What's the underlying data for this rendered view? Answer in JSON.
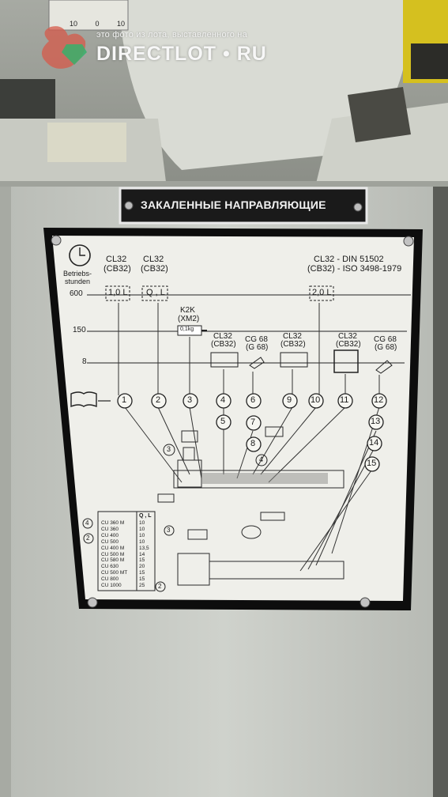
{
  "watermark": {
    "caption": "это фото из лота, выставленного на",
    "brand": "DIRECTLOT",
    "brand_suffix": "RU"
  },
  "top_plate": {
    "title": "ЗАКАЛЕННЫЕ НАПРАВЛЯЮЩИЕ"
  },
  "scale_marks": [
    "10",
    "0",
    "10"
  ],
  "diagram": {
    "clock_label": [
      "Betriebs-",
      "stunden"
    ],
    "intervals": [
      "600",
      "150",
      "8"
    ],
    "lube_top": [
      {
        "line1": "CL32",
        "line2": "(CB32)",
        "box": "1,0 L"
      },
      {
        "line1": "CL32",
        "line2": "(CB32)",
        "box": "Q , L"
      },
      {
        "line1": "CL32 - DIN 51502",
        "line2": "(CB32) - ISO 3498-1979",
        "box": "2,0 L"
      }
    ],
    "k2k": {
      "line1": "K2K",
      "line2": "(XM2)",
      "box": "0,1kg"
    },
    "lube_mid": [
      {
        "line1": "CL32",
        "line2": "(CB32)"
      },
      {
        "line1": "CG 68",
        "line2": "(G 68)"
      },
      {
        "line1": "CL32",
        "line2": "(CB32)"
      },
      {
        "line1": "CL32",
        "line2": "(CB32)"
      },
      {
        "line1": "CG 68",
        "line2": "(G 68)"
      }
    ],
    "points_row1": [
      "1",
      "2",
      "3",
      "4",
      "6",
      "9",
      "10",
      "11",
      "12"
    ],
    "points_lower": [
      "5",
      "7",
      "8",
      "13",
      "14",
      "15"
    ],
    "callouts": [
      "3",
      "4"
    ],
    "table": {
      "headers": [
        "",
        "Q , L"
      ],
      "rows": [
        {
          "model": "CU 360 M",
          "q": "10",
          "mark": "4"
        },
        {
          "model": "CU 360",
          "q": "10",
          "mark": "3"
        },
        {
          "model": "CU 400",
          "q": "10",
          "mark": "2"
        },
        {
          "model": "CU 500",
          "q": "10",
          "mark": ""
        },
        {
          "model": "CU 400 M",
          "q": "13,5",
          "mark": ""
        },
        {
          "model": "CU 500 M",
          "q": "14",
          "mark": ""
        },
        {
          "model": "CU 580 M",
          "q": "15",
          "mark": ""
        },
        {
          "model": "CU 630",
          "q": "20",
          "mark": ""
        },
        {
          "model": "CU 500 MT",
          "q": "15",
          "mark": ""
        },
        {
          "model": "CU 800",
          "q": "15",
          "mark": ""
        },
        {
          "model": "CU 1000",
          "q": "25",
          "mark": "2"
        }
      ]
    }
  }
}
